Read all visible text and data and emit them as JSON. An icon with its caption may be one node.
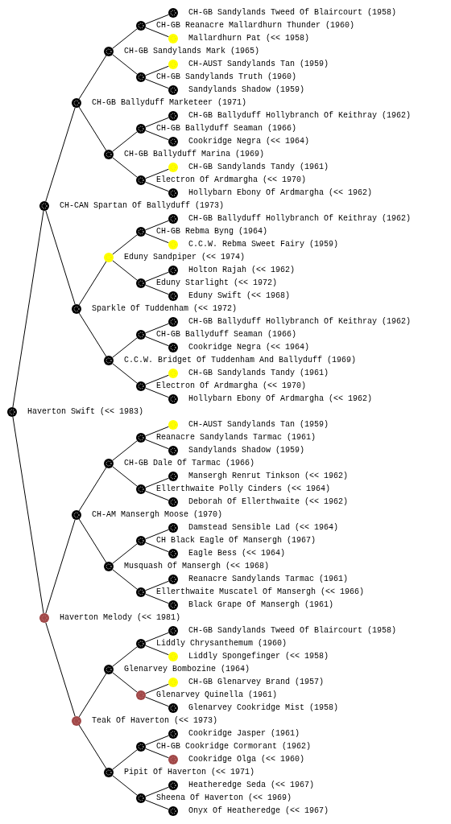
{
  "diagram": {
    "nodes": [
      {
        "text": [
          "CH-GB Sandylands Tweed Of Blaircourt (1958)"
        ]
      },
      {
        "text": [
          "CH-GB Reanacre Mallardhurn Thunder (1960)"
        ]
      },
      {
        "text": [
          "Mallardhurn Pat (<< 1958)"
        ]
      },
      {
        "text": [
          "CH-GB Sandylands Mark (1965)"
        ]
      },
      {
        "text": [
          "CH-AUST Sandylands Tan (1959)"
        ]
      },
      {
        "text": [
          "CH-GB Sandylands Truth (1960)"
        ]
      },
      {
        "text": [
          "Sandylands Shadow (1959)"
        ]
      },
      {
        "text": [
          "CH-GB Ballyduff Marketeer (1971)"
        ]
      },
      {
        "text": [
          "CH-GB Ballyduff Hollybranch Of Keithray (1962)"
        ]
      },
      {
        "text": [
          "CH-GB Ballyduff Seaman (1966)"
        ]
      },
      {
        "text": [
          "Cookridge Negra (<< 1964)"
        ]
      },
      {
        "text": [
          "CH-GB Ballyduff Marina (1969)"
        ]
      },
      {
        "text": [
          "CH-GB Sandylands Tandy (1961)"
        ]
      },
      {
        "text": [
          "Electron Of Ardmargha (<< 1970)"
        ]
      },
      {
        "text": [
          "Hollybarn Ebony Of Ardmargha (<< 1962)"
        ]
      },
      {
        "text": [
          "CH-CAN Spartan Of Ballyduff (1973)"
        ]
      },
      {
        "text": [
          "CH-GB Ballyduff Hollybranch Of Keithray (1962)"
        ]
      },
      {
        "text": [
          "CH-GB Rebma Byng (1964)"
        ]
      },
      {
        "text": [
          "C.C.W. Rebma Sweet Fairy (1959)"
        ]
      },
      {
        "text": [
          "Eduny Sandpiper (<< 1974)"
        ]
      },
      {
        "text": [
          "Holton Rajah (<< 1962)"
        ]
      },
      {
        "text": [
          "Eduny Starlight (<< 1972)"
        ]
      },
      {
        "text": [
          "Eduny Swift (<< 1968)"
        ]
      },
      {
        "text": [
          "Sparkle Of Tuddenham (<< 1972)"
        ]
      },
      {
        "text": [
          "CH-GB Ballyduff Hollybranch Of Keithray (1962)"
        ]
      },
      {
        "text": [
          "CH-GB Ballyduff Seaman (1966)"
        ]
      },
      {
        "text": [
          "Cookridge Negra (<< 1964)"
        ]
      },
      {
        "text": [
          "C.C.W. Bridget Of Tuddenham And Ballyduff (1969)"
        ]
      },
      {
        "text": [
          "CH-GB Sandylands Tandy (1961)"
        ]
      },
      {
        "text": [
          "Electron Of Ardmargha (<< 1970)"
        ]
      },
      {
        "text": [
          "Hollybarn Ebony Of Ardmargha (<< 1962)"
        ]
      },
      {
        "text": [
          "Haverton Swift (<< 1983)"
        ]
      },
      {
        "text": [
          "CH-AUST Sandylands Tan (1959)"
        ]
      },
      {
        "text": [
          "Reanacre Sandylands Tarmac (1961)"
        ]
      },
      {
        "text": [
          "Sandylands Shadow (1959)"
        ]
      },
      {
        "text": [
          "CH-GB Dale Of Tarmac (1966)"
        ]
      },
      {
        "text": [
          "Mansergh Renrut Tinkson (<< 1962)"
        ]
      },
      {
        "text": [
          "Ellerthwaite Polly Cinders (<< 1964)"
        ]
      },
      {
        "text": [
          "Deborah Of Ellerthwaite (<< 1962)"
        ]
      },
      {
        "text": [
          "CH-AM Mansergh Moose (1970)"
        ]
      },
      {
        "text": [
          "Damstead Sensible Lad (<< 1964)"
        ]
      },
      {
        "text": [
          "CH Black Eagle Of Mansergh (1967)"
        ]
      },
      {
        "text": [
          "Eagle Bess (<< 1964)"
        ]
      },
      {
        "text": [
          "Musquash Of Mansergh (<< 1968)"
        ]
      },
      {
        "text": [
          "Reanacre Sandylands Tarmac (1961)"
        ]
      },
      {
        "text": [
          "Ellerthwaite Muscatel Of Mansergh (<< 1966)"
        ]
      },
      {
        "text": [
          "Black Grape Of Mansergh (1961)"
        ]
      },
      {
        "text": [
          "Haverton Melody (<< 1981)"
        ]
      },
      {
        "text": [
          "CH-GB Sandylands Tweed Of Blaircourt (1958)"
        ]
      },
      {
        "text": [
          "Liddly Chrysanthemum (1960)"
        ]
      },
      {
        "text": [
          "Liddly Spongefinger (<< 1958)"
        ]
      },
      {
        "text": [
          "Glenarvey Bombozine (1964)"
        ]
      },
      {
        "text": [
          "CH-GB Glenarvey Brand (1957)"
        ]
      },
      {
        "text": [
          "Glenarvey Quinella (1961)"
        ]
      },
      {
        "text": [
          "Glenarvey Cookridge Mist (1958)"
        ]
      },
      {
        "text": [
          "Teak Of Haverton (<< 1973)"
        ]
      },
      {
        "text": [
          "Cookridge Jasper (1961)"
        ]
      },
      {
        "text": [
          "CH-GB Cookridge Cormorant (1962)"
        ]
      },
      {
        "text": [
          "Cookridge Olga (<< 1960)"
        ]
      },
      {
        "text": [
          "Pipit Of Haverton (<< 1971)"
        ]
      },
      {
        "text": [
          "Heatheredge Seda (<< 1967)"
        ]
      },
      {
        "text": [
          "Sheena Of Haverton (<< 1969)"
        ]
      },
      {
        "text": [
          "Onyx Of Heatheredge (<< 1967)"
        ]
      }
    ],
    "edges": [
      {
        "from": 31,
        "to": 15,
        "arrow": "none"
      },
      {
        "from": 15,
        "to": 7,
        "arrow": "none"
      },
      {
        "from": 7,
        "to": 3,
        "arrow": "none"
      },
      {
        "from": 3,
        "to": 1,
        "arrow": "none"
      },
      {
        "from": 1,
        "to": 0,
        "arrow": "none"
      },
      {
        "from": 1,
        "to": 2,
        "arrow": "none"
      },
      {
        "from": 3,
        "to": 5,
        "arrow": "none"
      },
      {
        "from": 5,
        "to": 4,
        "arrow": "none"
      },
      {
        "from": 5,
        "to": 6,
        "arrow": "none"
      },
      {
        "from": 7,
        "to": 11,
        "arrow": "none"
      },
      {
        "from": 11,
        "to": 9,
        "arrow": "none"
      },
      {
        "from": 9,
        "to": 8,
        "arrow": "none"
      },
      {
        "from": 9,
        "to": 10,
        "arrow": "none"
      },
      {
        "from": 11,
        "to": 13,
        "arrow": "none"
      },
      {
        "from": 13,
        "to": 12,
        "arrow": "none"
      },
      {
        "from": 13,
        "to": 14,
        "arrow": "none"
      },
      {
        "from": 15,
        "to": 23,
        "arrow": "none"
      },
      {
        "from": 23,
        "to": 19,
        "arrow": "none"
      },
      {
        "from": 19,
        "to": 17,
        "arrow": "none"
      },
      {
        "from": 17,
        "to": 16,
        "arrow": "none"
      },
      {
        "from": 17,
        "to": 18,
        "arrow": "none"
      },
      {
        "from": 19,
        "to": 21,
        "arrow": "none"
      },
      {
        "from": 21,
        "to": 20,
        "arrow": "none"
      },
      {
        "from": 21,
        "to": 22,
        "arrow": "none"
      },
      {
        "from": 23,
        "to": 27,
        "arrow": "none"
      },
      {
        "from": 27,
        "to": 25,
        "arrow": "none"
      },
      {
        "from": 25,
        "to": 24,
        "arrow": "none"
      },
      {
        "from": 25,
        "to": 26,
        "arrow": "none"
      },
      {
        "from": 27,
        "to": 29,
        "arrow": "none"
      },
      {
        "from": 29,
        "to": 28,
        "arrow": "none"
      },
      {
        "from": 29,
        "to": 30,
        "arrow": "none"
      },
      {
        "from": 31,
        "to": 47,
        "arrow": "none"
      },
      {
        "from": 47,
        "to": 39,
        "arrow": "none"
      },
      {
        "from": 39,
        "to": 35,
        "arrow": "none"
      },
      {
        "from": 35,
        "to": 33,
        "arrow": "none"
      },
      {
        "from": 33,
        "to": 32,
        "arrow": "none"
      },
      {
        "from": 33,
        "to": 34,
        "arrow": "none"
      },
      {
        "from": 35,
        "to": 37,
        "arrow": "none"
      },
      {
        "from": 37,
        "to": 36,
        "arrow": "none"
      },
      {
        "from": 37,
        "to": 38,
        "arrow": "none"
      },
      {
        "from": 39,
        "to": 43,
        "arrow": "none"
      },
      {
        "from": 43,
        "to": 41,
        "arrow": "none"
      },
      {
        "from": 41,
        "to": 40,
        "arrow": "none"
      },
      {
        "from": 41,
        "to": 42,
        "arrow": "none"
      },
      {
        "from": 43,
        "to": 45,
        "arrow": "none"
      },
      {
        "from": 45,
        "to": 44,
        "arrow": "none"
      },
      {
        "from": 45,
        "to": 46,
        "arrow": "none"
      },
      {
        "from": 47,
        "to": 55,
        "arrow": "none"
      },
      {
        "from": 55,
        "to": 51,
        "arrow": "none"
      },
      {
        "from": 51,
        "to": 49,
        "arrow": "none"
      },
      {
        "from": 49,
        "to": 48,
        "arrow": "none"
      },
      {
        "from": 49,
        "to": 50,
        "arrow": "none"
      },
      {
        "from": 51,
        "to": 53,
        "arrow": "none"
      },
      {
        "from": 53,
        "to": 52,
        "arrow": "none"
      },
      {
        "from": 53,
        "to": 54,
        "arrow": "none"
      },
      {
        "from": 55,
        "to": 59,
        "arrow": "none"
      },
      {
        "from": 59,
        "to": 57,
        "arrow": "none"
      },
      {
        "from": 57,
        "to": 56,
        "arrow": "none"
      },
      {
        "from": 57,
        "to": 58,
        "arrow": "none"
      },
      {
        "from": 59,
        "to": 61,
        "arrow": "none"
      },
      {
        "from": 61,
        "to": 60,
        "arrow": "none"
      },
      {
        "from": 61,
        "to": 62,
        "arrow": "none"
      }
    ]
  }
}
